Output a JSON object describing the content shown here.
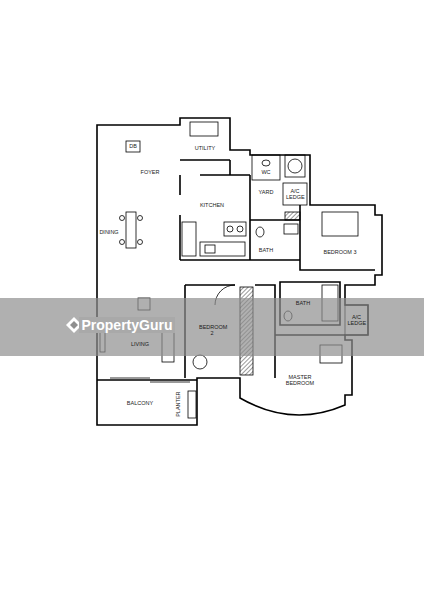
{
  "diagram": {
    "labels": [
      "DB",
      "UTILITY",
      "FOYER",
      "WC",
      "YARD",
      "A/C LEDGE",
      "KITCHEN",
      "DINING",
      "BATH",
      "BEDROOM 3",
      "BEDROOM 2",
      "BATH",
      "A/C LEDGE",
      "LIVING",
      "MASTER BEDROOM",
      "BALCONY",
      "PLANTER",
      "PropertyGuru"
    ]
  }
}
